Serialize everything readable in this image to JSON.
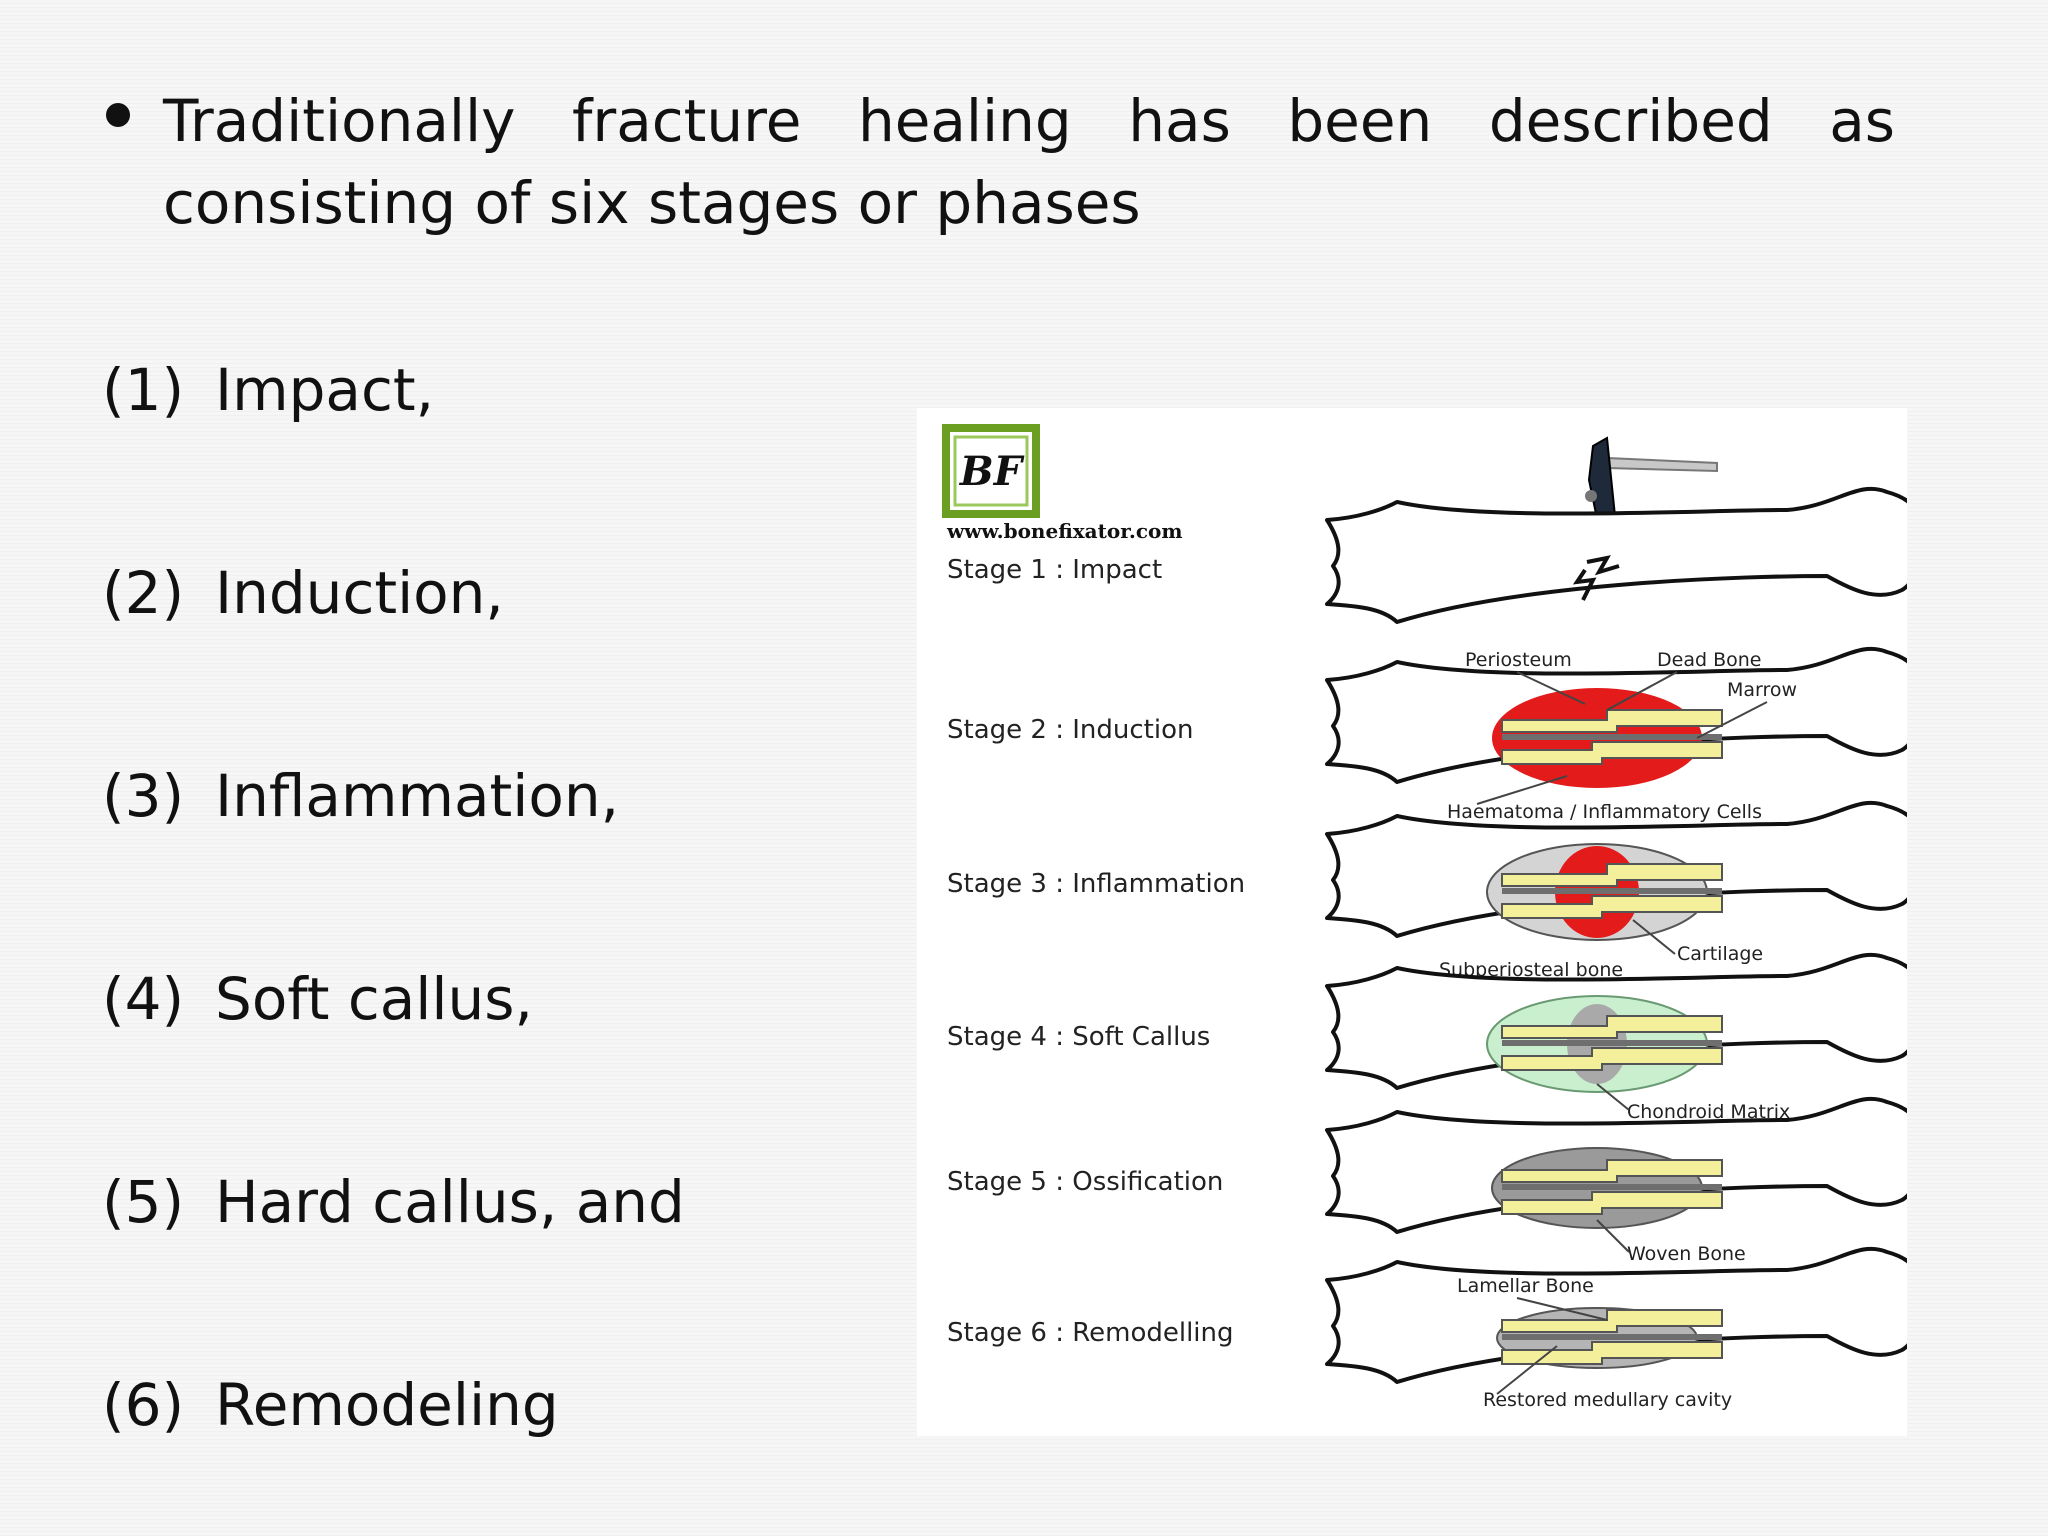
{
  "slide": {
    "bullet_line1_words": [
      "Traditionally",
      "fracture",
      "healing",
      "has",
      "been",
      "described",
      "as"
    ],
    "bullet_line2": "consisting of six stages or phases",
    "stages": [
      {
        "num": "(1)",
        "label": "Impact,"
      },
      {
        "num": "(2)",
        "label": "Induction,"
      },
      {
        "num": "(3)",
        "label": "Inflammation,"
      },
      {
        "num": "(4)",
        "label": "Soft callus,"
      },
      {
        "num": "(5)",
        "label": "Hard callus, and"
      },
      {
        "num": "(6)",
        "label": "Remodeling"
      }
    ]
  },
  "figure": {
    "logo_text": "BF",
    "website": "www.bonefixator.com",
    "stage_labels": [
      "Stage 1 : Impact",
      "Stage 2 : Induction",
      "Stage 3 : Inflammation",
      "Stage 4 : Soft Callus",
      "Stage 5 : Ossification",
      "Stage 6 : Remodelling"
    ],
    "annotations": {
      "periosteum": "Periosteum",
      "dead_bone": "Dead Bone",
      "marrow": "Marrow",
      "haematoma": "Haematoma / Inflammatory Cells",
      "cartilage": "Cartilage",
      "subperiosteal": "Subperiosteal bone",
      "chondroid": "Chondroid Matrix",
      "woven": "Woven Bone",
      "lamellar": "Lamellar Bone",
      "restored": "Restored medullary cavity"
    },
    "colors": {
      "haematoma": "#e31b1b",
      "bone_cortex": "#f3ef9b",
      "callus_grey": "#9a9a9a",
      "soft_callus": "#c9efcf",
      "logo_green": "#6a9f22",
      "hammer": "#1e2a3a"
    }
  }
}
